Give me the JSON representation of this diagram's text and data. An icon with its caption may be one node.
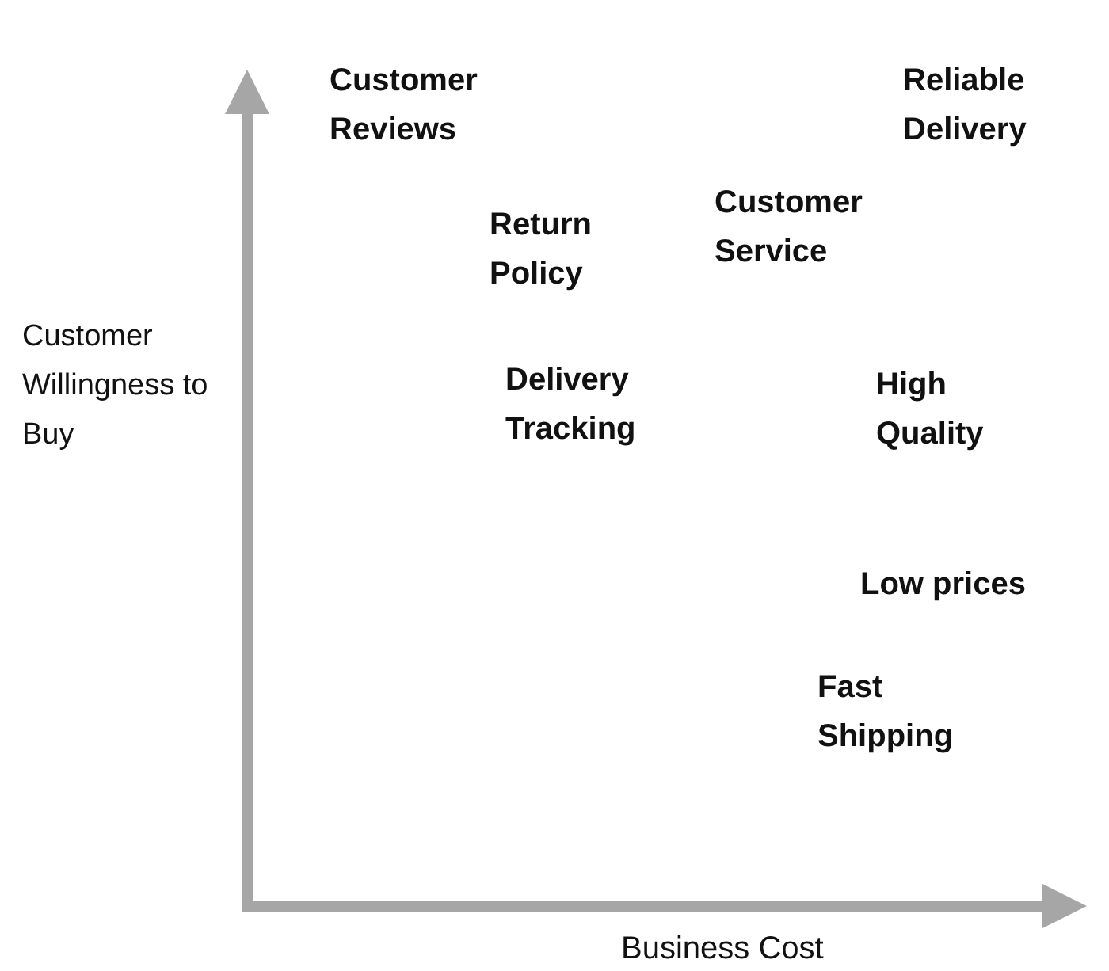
{
  "diagram": {
    "labels": [
      "Customer Reviews",
      "Reliable Delivery",
      "Return Policy",
      "Customer Service",
      "Customer Willingness to Buy",
      "Delivery Tracking",
      "High Quality",
      "Low prices",
      "Fast Shipping",
      "Business Cost"
    ]
  }
}
